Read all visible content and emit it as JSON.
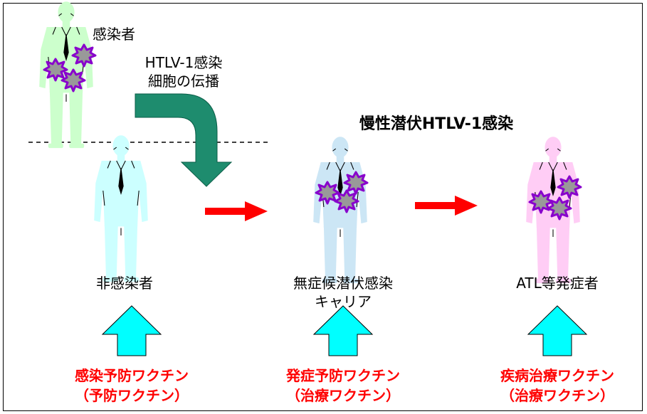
{
  "labels": {
    "source_person": "感染者",
    "transmission_line1": "HTLV-1感染",
    "transmission_line2": "細胞の伝播",
    "chronic_heading": "慢性潜伏HTLV-1感染",
    "uninfected": "非感染者",
    "carrier_line1": "無症候潜伏感染",
    "carrier_line2": "キャリア",
    "atl_patient": "ATL等発症者"
  },
  "vaccines": [
    {
      "line1": "感染予防ワクチン",
      "line2": "（予防ワクチン）"
    },
    {
      "line1": "発症予防ワクチン",
      "line2": "（治療ワクチン）"
    },
    {
      "line1": "疾病治療ワクチン",
      "line2": "（治療ワクチン）"
    }
  ],
  "colors": {
    "source_figure": "#ccffcc",
    "uninfected_figure": "#ccffff",
    "carrier_figure": "#cce6f5",
    "atl_figure": "#ffcdf5",
    "curved_arrow": "#1e8c6e",
    "progression_arrow": "#ff0000",
    "vaccine_arrow": "#00ffff",
    "virus_fill": "#999999",
    "virus_stroke": "#8800cc",
    "vaccine_text": "#ff0000"
  },
  "icons": {
    "person": "person-silhouette-icon",
    "virus": "infected-cell-icon"
  }
}
